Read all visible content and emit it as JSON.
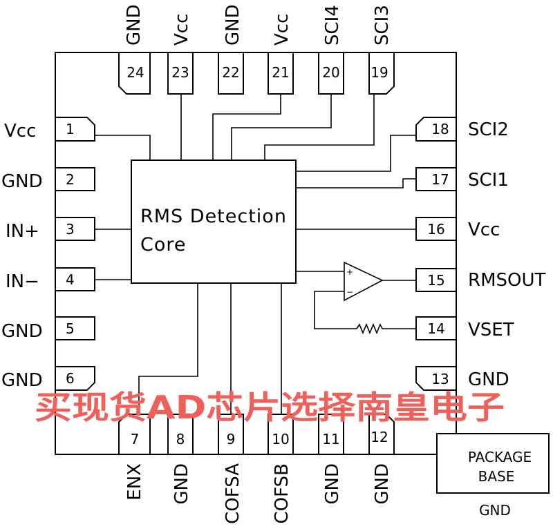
{
  "core_label": [
    "RMS Detection",
    "Core"
  ],
  "pins": {
    "p1": {
      "num": "1",
      "name": "Vcc"
    },
    "p2": {
      "num": "2",
      "name": "GND"
    },
    "p3": {
      "num": "3",
      "name": "IN+"
    },
    "p4": {
      "num": "4",
      "name": "IN−"
    },
    "p5": {
      "num": "5",
      "name": "GND"
    },
    "p6": {
      "num": "6",
      "name": "GND"
    },
    "p7": {
      "num": "7",
      "name": "ENX"
    },
    "p8": {
      "num": "8",
      "name": "GND"
    },
    "p9": {
      "num": "9",
      "name": "COFSA"
    },
    "p10": {
      "num": "10",
      "name": "COFSB"
    },
    "p11": {
      "num": "11",
      "name": "GND"
    },
    "p12": {
      "num": "12",
      "name": "GND"
    },
    "p13": {
      "num": "13",
      "name": "GND"
    },
    "p14": {
      "num": "14",
      "name": "VSET"
    },
    "p15": {
      "num": "15",
      "name": "RMSOUT"
    },
    "p16": {
      "num": "16",
      "name": "Vcc"
    },
    "p17": {
      "num": "17",
      "name": "SCI1"
    },
    "p18": {
      "num": "18",
      "name": "SCI2"
    },
    "p19": {
      "num": "19",
      "name": "SCI3"
    },
    "p20": {
      "num": "20",
      "name": "SCI4"
    },
    "p21": {
      "num": "21",
      "name": "Vcc"
    },
    "p22": {
      "num": "22",
      "name": "GND"
    },
    "p23": {
      "num": "23",
      "name": "Vcc"
    },
    "p24": {
      "num": "24",
      "name": "GND"
    }
  },
  "opamp": {
    "plus": "+",
    "minus": "−"
  },
  "package_base": {
    "line1": "PACKAGE",
    "line2": "BASE",
    "pin_name": "GND"
  },
  "watermark": "买现货AD芯片选择南皇电子"
}
